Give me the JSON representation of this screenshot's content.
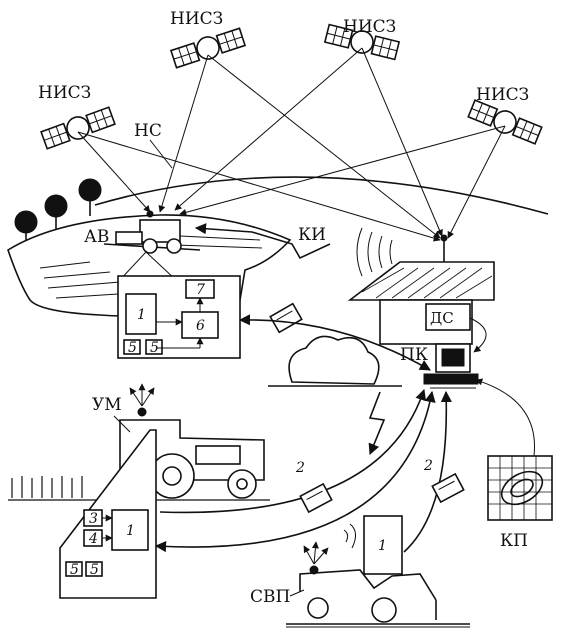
{
  "labels": {
    "satellite": "НИСЗ",
    "nav_signals": "НС",
    "correction_info": "КИ",
    "vehicle_av": "АВ",
    "diff_station": "ДС",
    "computer": "ПК",
    "harvester": "УМ",
    "field_map": "КП",
    "sampler": "СВП"
  },
  "block_numbers": {
    "b1": "1",
    "b3": "3",
    "b4": "4",
    "b5": "5",
    "b6": "6",
    "b7": "7",
    "card": "2"
  }
}
